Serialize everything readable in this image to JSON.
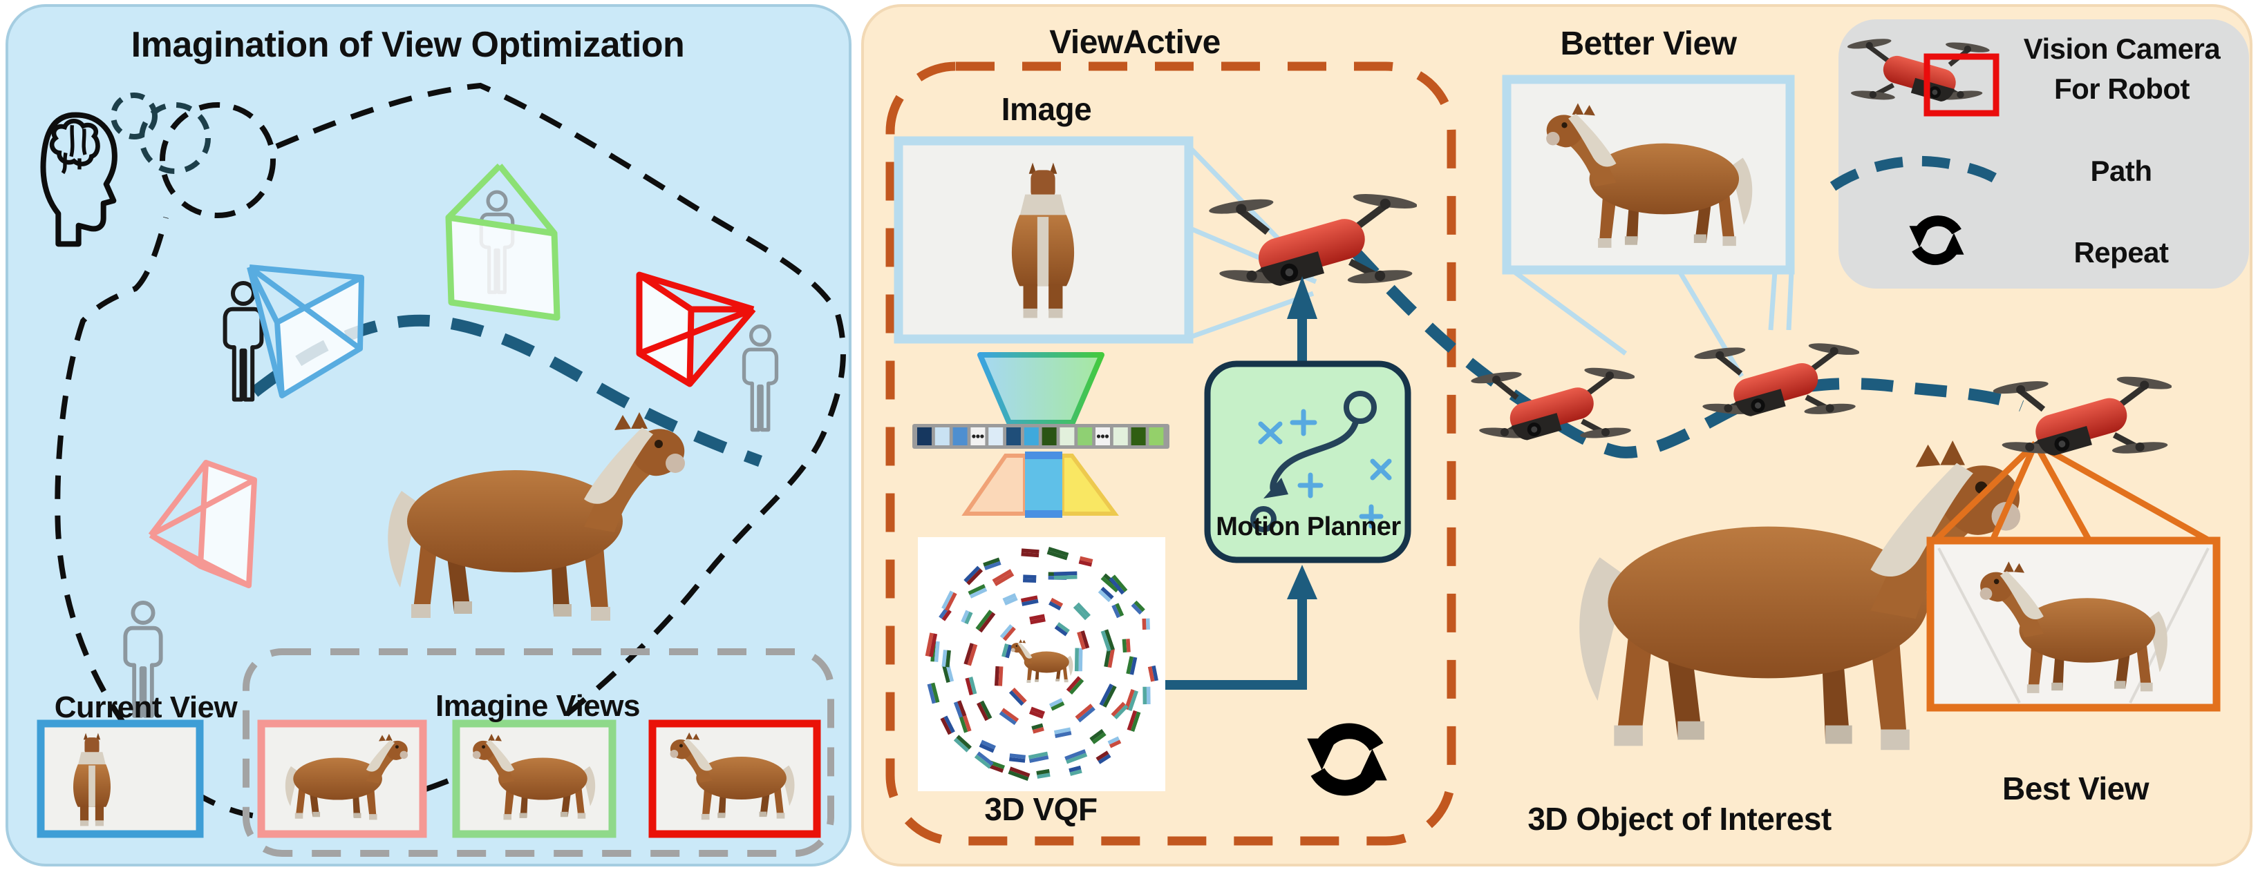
{
  "figure": {
    "left_panel": {
      "title": "Imagination of View Optimization",
      "current_view_label": "Current View",
      "imagine_views_label": "Imagine Views"
    },
    "right_panel": {
      "title": "ViewActive",
      "image_label": "Image",
      "motion_planner_label": "Motion Planner",
      "vqf_label": "3D VQF",
      "better_view_label": "Better View",
      "object_of_interest_label": "3D Object of Interest",
      "best_view_label": "Best View"
    },
    "legend": {
      "vision_camera_line1": "Vision Camera",
      "vision_camera_line2": "For Robot",
      "path_label": "Path",
      "repeat_label": "Repeat"
    }
  },
  "colors": {
    "panel-left-bg": "#cbe9f8",
    "panel-left-border": "#a5cde1",
    "panel-right-bg": "#fdebce",
    "panel-right-border": "#f2d9b5",
    "accent-orange-dash": "#c2571f",
    "accent-teal-path": "#1d5c7e",
    "lightblue-frame": "#b8dcee",
    "current-view-blue": "#3e9ed6",
    "imagine-pink": "#f59894",
    "imagine-green": "#8fd98a",
    "imagine-red": "#ea1208",
    "best-view-orange": "#e2711d",
    "legend-bg": "#dcdddd",
    "motion-planner-fill": "#c6f0c8",
    "motion-planner-border": "#16344a",
    "text": "#101010"
  },
  "feature_vector_cells": [
    "#16375f",
    "#c9e2f3",
    "#4e8fd0",
    "dots",
    "#dcebf7",
    "#1f4e79",
    "#3fa9dc",
    "#2a5414",
    "#e2f0dc",
    "#8fd073",
    "dots",
    "#e2f0dc",
    "#2f5e12",
    "#94d06a"
  ],
  "vqf_palette": [
    "#27519c",
    "#9f2027",
    "#2f7a33",
    "#53a8a0",
    "#8fc3e8",
    "#7e1d20",
    "#3f6db5",
    "#245c2a",
    "#c94b3e"
  ]
}
